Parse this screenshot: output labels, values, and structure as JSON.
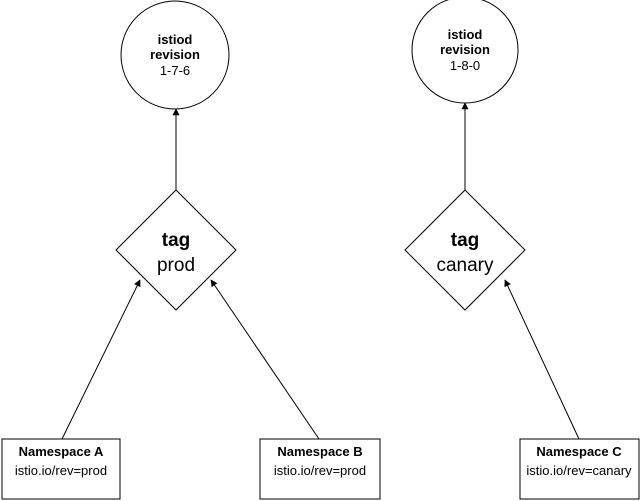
{
  "diagram": {
    "revisions": [
      {
        "line1": "istiod",
        "line2": "revision",
        "version": "1-7-6"
      },
      {
        "line1": "istiod",
        "line2": "revision",
        "version": "1-8-0"
      }
    ],
    "tags": [
      {
        "label": "tag",
        "name": "prod"
      },
      {
        "label": "tag",
        "name": "canary"
      }
    ],
    "namespaces": [
      {
        "title": "Namespace A",
        "label": "istio.io/rev=prod"
      },
      {
        "title": "Namespace B",
        "label": "istio.io/rev=prod"
      },
      {
        "title": "Namespace C",
        "label": "istio.io/rev=canary"
      }
    ]
  }
}
